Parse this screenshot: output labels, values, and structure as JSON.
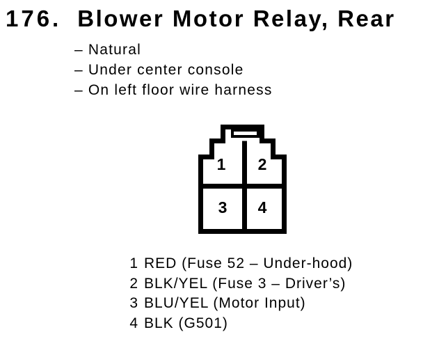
{
  "colors": {
    "ink": "#000000",
    "background": "#ffffff"
  },
  "title": {
    "number": "176.",
    "text": "Blower Motor Relay, Rear"
  },
  "details": {
    "dash": "–",
    "items": [
      "Natural",
      "Under center console",
      "On left floor wire harness"
    ]
  },
  "connector": {
    "type": "4-pin relay connector, stepped housing with latch tab",
    "pins": [
      "1",
      "2",
      "3",
      "4"
    ]
  },
  "legend": {
    "rows": [
      {
        "pin": "1",
        "desc": "RED (Fuse 52 – Under-hood)"
      },
      {
        "pin": "2",
        "desc": "BLK/YEL (Fuse 3 – Driver’s)"
      },
      {
        "pin": "3",
        "desc": "BLU/YEL (Motor Input)"
      },
      {
        "pin": "4",
        "desc": "BLK (G501)"
      }
    ]
  }
}
